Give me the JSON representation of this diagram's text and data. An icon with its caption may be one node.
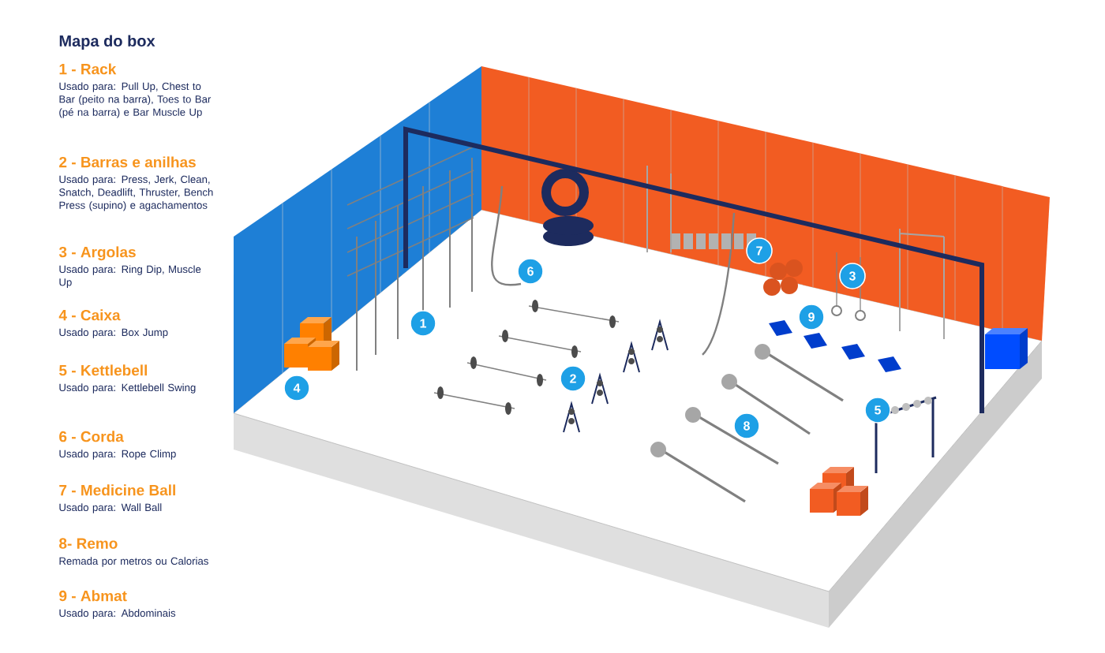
{
  "diagram": {
    "title": "Mapa do box",
    "nodes": [
      {
        "text": [
          "1"
        ]
      },
      {
        "text": [
          "2"
        ]
      },
      {
        "text": [
          "3"
        ]
      },
      {
        "text": [
          "4"
        ]
      },
      {
        "text": [
          "5"
        ]
      },
      {
        "text": [
          "6"
        ]
      },
      {
        "text": [
          "7"
        ]
      },
      {
        "text": [
          "8"
        ]
      },
      {
        "text": [
          "9"
        ]
      }
    ],
    "labels": [
      "1 - Rack",
      "Usado para: Pull Up, Chest to Bar (peito na barra), Toes to Bar (pé na barra) e Bar Muscle Up",
      "2 - Barras e anilhas",
      "Usado para: Press, Jerk, Clean, Snatch, Deadlift, Thruster, Bench Press (supino) e agachamentos",
      "3 - Argolas",
      "Usado para: Ring Dip, Muscle Up",
      "4 - Caixa",
      "Usado para: Box Jump",
      "5 - Kettlebell",
      "Usado para: Kettlebell Swing",
      "6 - Corda",
      "Usado para: Rope Climp",
      "7 - Medicine Ball",
      "Usado para: Wall Ball",
      "8- Remo",
      "Remada por metros ou Calorias",
      "9 - Abmat",
      "Usado para: Abdominais"
    ]
  }
}
